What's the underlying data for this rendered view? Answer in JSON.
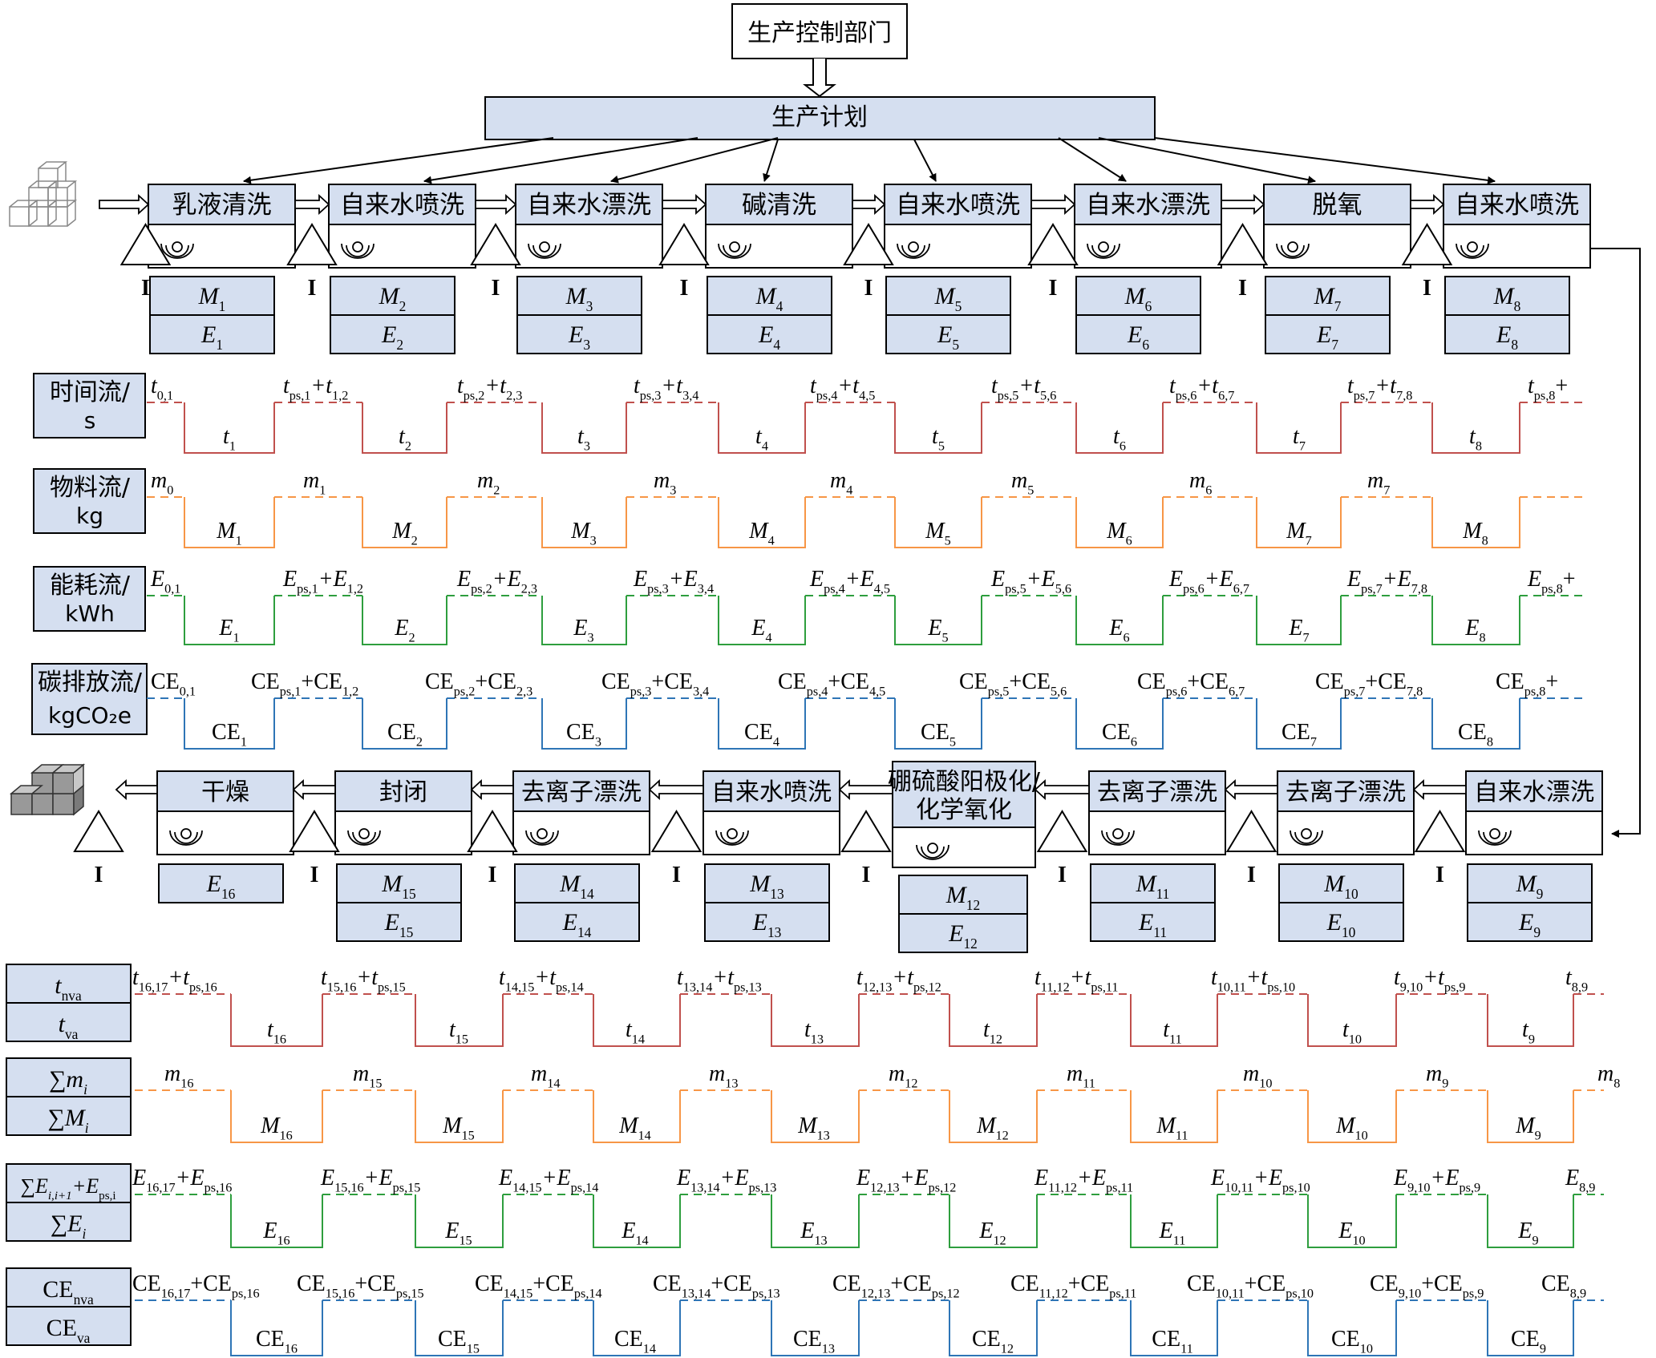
{
  "header": {
    "department": "生产控制部门",
    "plan": "生产计划"
  },
  "inventory_symbol": "I",
  "top_processes": [
    {
      "name": "乳液清洗",
      "M": "1",
      "E": "1"
    },
    {
      "name": "自来水喷洗",
      "M": "2",
      "E": "2"
    },
    {
      "name": "自来水漂洗",
      "M": "3",
      "E": "3"
    },
    {
      "name": "碱清洗",
      "M": "4",
      "E": "4"
    },
    {
      "name": "自来水喷洗",
      "M": "5",
      "E": "5"
    },
    {
      "name": "自来水漂洗",
      "M": "6",
      "E": "6"
    },
    {
      "name": "脱氧",
      "M": "7",
      "E": "7"
    },
    {
      "name": "自来水喷洗",
      "M": "8",
      "E": "8"
    }
  ],
  "bottom_processes": [
    {
      "name": "干燥",
      "M": "",
      "E": "16"
    },
    {
      "name": "封闭",
      "M": "15",
      "E": "15"
    },
    {
      "name": "去离子漂洗",
      "M": "14",
      "E": "14"
    },
    {
      "name": "自来水喷洗",
      "M": "13",
      "E": "13"
    },
    {
      "name": "硼硫酸阳极化/化学氧化",
      "M": "12",
      "E": "12"
    },
    {
      "name": "去离子漂洗",
      "M": "11",
      "E": "11"
    },
    {
      "name": "去离子漂洗",
      "M": "10",
      "E": "10"
    },
    {
      "name": "自来水漂洗",
      "M": "9",
      "E": "9"
    }
  ],
  "top_row_labels": [
    {
      "line1": "时间流/",
      "line2": "s"
    },
    {
      "line1": "物料流/",
      "line2": "kg"
    },
    {
      "line1": "能耗流/",
      "line2": "kWh"
    },
    {
      "line1": "碳排放流/",
      "line2": "kgCO₂e"
    }
  ],
  "top_flows": [
    {
      "color": "#c0504d",
      "high": [
        "t|0,1",
        "t|ps,1|+t|1,2",
        "t|ps,2|+t|2,3",
        "t|ps,3|+t|3,4",
        "t|ps,4|+t|4,5",
        "t|ps,5|+t|5,6",
        "t|ps,6|+t|6,7",
        "t|ps,7|+t|7,8",
        "t|ps,8|+"
      ],
      "low": [
        "t|1",
        "t|2",
        "t|3",
        "t|4",
        "t|5",
        "t|6",
        "t|7",
        "t|8"
      ]
    },
    {
      "color": "#f79646",
      "high": [
        "m|0",
        "m|1",
        "m|2",
        "m|3",
        "m|4",
        "m|5",
        "m|6",
        "m|7",
        ""
      ],
      "low": [
        "M|1",
        "M|2",
        "M|3",
        "M|4",
        "M|5",
        "M|6",
        "M|7",
        "M|8"
      ]
    },
    {
      "color": "#2e9e3e",
      "high": [
        "E|0,1",
        "E|ps,1|+E|1,2",
        "E|ps,2|+E|2,3",
        "E|ps,3|+E|3,4",
        "E|ps,4|+E|4,5",
        "E|ps,5|+E|5,6",
        "E|ps,6|+E|6,7",
        "E|ps,7|+E|7,8",
        "E|ps,8|+"
      ],
      "low": [
        "E|1",
        "E|2",
        "E|3",
        "E|4",
        "E|5",
        "E|6",
        "E|7",
        "E|8"
      ]
    },
    {
      "color": "#2e75b6",
      "high": [
        "CE|0,1",
        "CE|ps,1|+CE|1,2",
        "CE|ps,2|+CE|2,3",
        "CE|ps,3|+CE|3,4",
        "CE|ps,4|+CE|4,5",
        "CE|ps,5|+CE|5,6",
        "CE|ps,6|+CE|6,7",
        "CE|ps,7|+CE|7,8",
        "CE|ps,8|+"
      ],
      "low": [
        "CE|1",
        "CE|2",
        "CE|3",
        "CE|4",
        "CE|5",
        "CE|6",
        "CE|7",
        "CE|8"
      ]
    }
  ],
  "bottom_row_labels": [
    {
      "top": "t|nva",
      "bottom": "t|va"
    },
    {
      "top": "∑m|i",
      "bottom": "∑M|i"
    },
    {
      "top": "∑E|i,i+1|+E|ps,i",
      "bottom": "∑E|i"
    },
    {
      "top": "CE|nva",
      "bottom": "CE|va"
    }
  ],
  "bottom_flows": [
    {
      "color": "#c0504d",
      "high": [
        "t|16,17|+t|ps,16",
        "t|15,16|+t|ps,15",
        "t|14,15|+t|ps,14",
        "t|13,14|+t|ps,13",
        "t|12,13|+t|ps,12",
        "t|11,12|+t|ps,11",
        "t|10,11|+t|ps,10",
        "t|9,10|+t|ps,9",
        "t|8,9"
      ],
      "low": [
        "t|16",
        "t|15",
        "t|14",
        "t|13",
        "t|12",
        "t|11",
        "t|10",
        "t|9"
      ]
    },
    {
      "color": "#f79646",
      "high": [
        "m|16",
        "m|15",
        "m|14",
        "m|13",
        "m|12",
        "m|11",
        "m|10",
        "m|9",
        "m|8"
      ],
      "low": [
        "M|16",
        "M|15",
        "M|14",
        "M|13",
        "M|12",
        "M|11",
        "M|10",
        "M|9"
      ]
    },
    {
      "color": "#2e9e3e",
      "high": [
        "E|16,17|+E|ps,16",
        "E|15,16|+E|ps,15",
        "E|14,15|+E|ps,14",
        "E|13,14|+E|ps,13",
        "E|12,13|+E|ps,12",
        "E|11,12|+E|ps,11",
        "E|10,11|+E|ps,10",
        "E|9,10|+E|ps,9",
        "E|8,9"
      ],
      "low": [
        "E|16",
        "E|15",
        "E|14",
        "E|13",
        "E|12",
        "E|11",
        "E|10",
        "E|9"
      ]
    },
    {
      "color": "#2e75b6",
      "high": [
        "CE|16,17|+CE|ps,16",
        "CE|15,16|+CE|ps,15",
        "CE|14,15|+CE|ps,14",
        "CE|13,14|+CE|ps,13",
        "CE|12,13|+CE|ps,12",
        "CE|11,12|+CE|ps,11",
        "CE|10,11|+CE|ps,10",
        "CE|9,10|+CE|ps,9",
        "CE|8,9"
      ],
      "low": [
        "CE|16",
        "CE|15",
        "CE|14",
        "CE|13",
        "CE|12",
        "CE|11",
        "CE|10",
        "CE|9"
      ]
    }
  ]
}
